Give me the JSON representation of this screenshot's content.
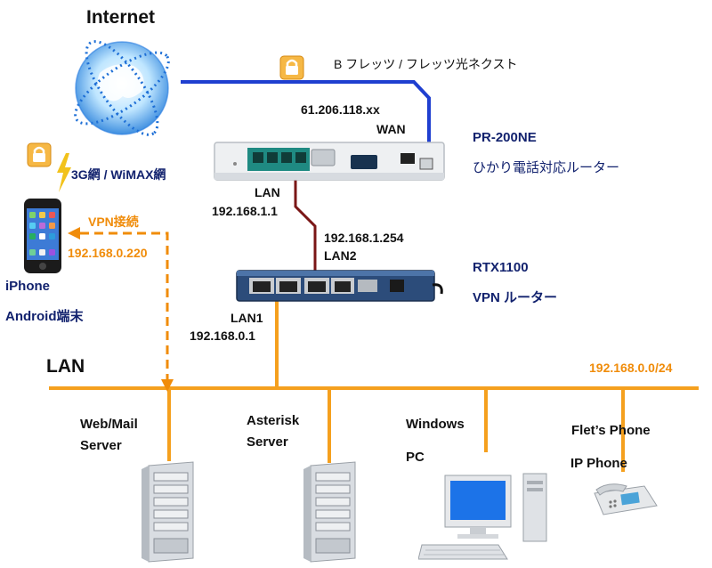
{
  "colors": {
    "wan_line": "#1f3fd0",
    "router_link": "#7a1616",
    "lan_line": "#f5a01e",
    "vpn_dash": "#f08c0a",
    "label_navy": "#12226e",
    "label_orange": "#f08c0a"
  },
  "internet": {
    "label": "Internet",
    "icon": "globe-icon"
  },
  "wan_link": {
    "lock_icon": "padlock-icon",
    "service_label": "B フレッツ / フレッツ光ネクスト",
    "ip": "61.206.118.xx",
    "port_label": "WAN"
  },
  "mobile_link": {
    "lock_icon": "padlock-icon",
    "bolt_icon": "lightning-icon",
    "label": "3G網 / WiMAX網"
  },
  "pr200ne": {
    "name": "PR-200NE",
    "description": "ひかり電話対応ルーター",
    "lan_label": "LAN",
    "lan_ip": "192.168.1.1"
  },
  "rtx1100": {
    "name": "RTX1100",
    "description": "VPN ルーター",
    "lan2_ip": "192.168.1.254",
    "lan2_label": "LAN2",
    "lan1_label": "LAN1",
    "lan1_ip": "192.168.0.1"
  },
  "mobile": {
    "vpn_label": "VPN接続",
    "vpn_ip": "192.168.0.220",
    "device_label_1": "iPhone",
    "device_label_2": "Android端末"
  },
  "lan": {
    "label": "LAN",
    "subnet": "192.168.0.0/24"
  },
  "nodes": {
    "webmail": {
      "line1": "Web/Mail",
      "line2": "Server"
    },
    "asterisk": {
      "line1": "Asterisk",
      "line2": "Server"
    },
    "windows_pc": {
      "line1": "Windows",
      "line2": "PC"
    },
    "phone": {
      "line1": "Flet’s  Phone",
      "line2": "IP Phone"
    }
  }
}
